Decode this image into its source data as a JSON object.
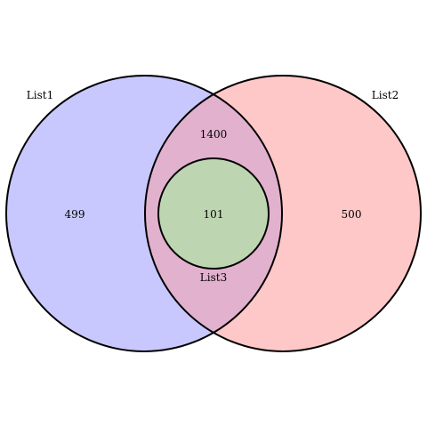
{
  "sets": [
    {
      "id": "list1",
      "name": "List1",
      "fill": "#c8c8ff"
    },
    {
      "id": "list2",
      "name": "List2",
      "fill": "#ffc8c8"
    },
    {
      "id": "list3",
      "name": "List3",
      "fill": "#bed5b2"
    }
  ],
  "overlap_fill": "#e2b1ce",
  "regions": {
    "list1_only": "499",
    "list2_only": "500",
    "list1_list2_only": "1400",
    "all_three": "101"
  }
}
